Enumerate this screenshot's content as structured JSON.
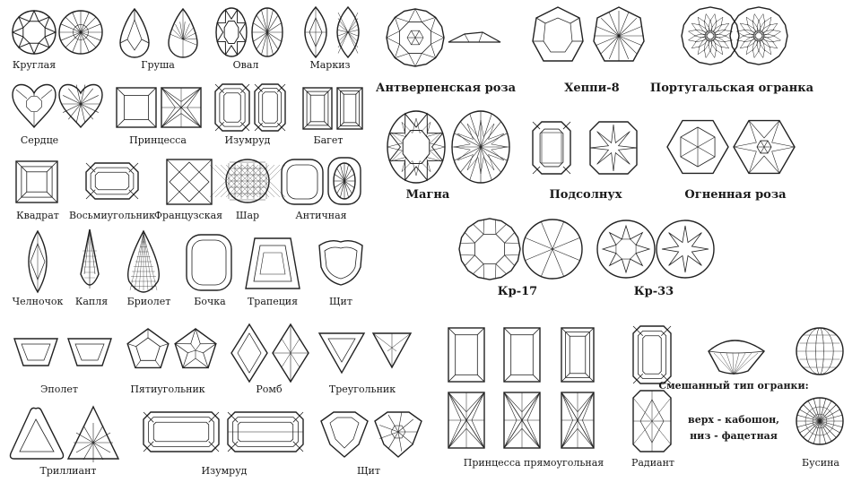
{
  "labels": {
    "kruglaya": "Круглая",
    "grusha": "Груша",
    "oval": "Овал",
    "markiz": "Маркиз",
    "serdce": "Сердце",
    "princessa": "Принцесса",
    "izumrud": "Изумруд",
    "baget": "Багет",
    "kvadrat": "Квадрат",
    "vosmiugolnik": "Восьмиугольник",
    "francuzskaya": "Французская",
    "shar": "Шар",
    "antichnaya": "Античная",
    "chelnochok": "Челночок",
    "kaplya": "Капля",
    "briolet": "Бриолет",
    "bochka": "Бочка",
    "trapeciya": "Трапеция",
    "shchit": "Щит",
    "antverpenskaya": "Антверпенская роза",
    "heppi": "Хеппи-8",
    "portugalskaya": "Португальская огранка",
    "magna": "Магна",
    "podsolnuh": "Подсолнух",
    "ognennaya": "Огненная роза",
    "kr17": "Кр-17",
    "kr33": "Кр-33",
    "epolet": "Эполет",
    "pyatiugolnik": "Пятиугольник",
    "romb": "Ромб",
    "treugolnik": "Треугольник",
    "trilliant": "Триллиант",
    "izumrud2": "Изумруд",
    "shchit2": "Щит",
    "princessa_pryam": "Принцесса прямоугольная",
    "radiant": "Радиант",
    "smeshanny": "Смешанный тип огранки:",
    "verh": "верх - кабошон,",
    "niz": "низ - фацетная",
    "busina": "Бусина"
  }
}
